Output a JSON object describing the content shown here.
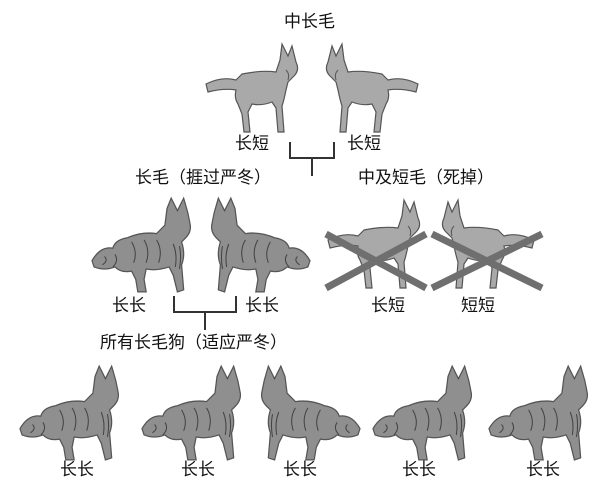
{
  "generation_1": {
    "title": "中长毛",
    "left_dog_label": "长短",
    "right_dog_label": "长短"
  },
  "generation_2": {
    "survivor_group_title": "长毛（捱过严冬）",
    "dead_group_title": "中及短毛（死掉）",
    "survivor_labels": [
      "长长",
      "长长"
    ],
    "dead_labels": [
      "长短",
      "短短"
    ]
  },
  "generation_3": {
    "title": "所有长毛狗（适应严冬）",
    "labels": [
      "长长",
      "长长",
      "长长",
      "长长",
      "长长"
    ]
  },
  "colors": {
    "short_hair_dog": "#a9a9a9",
    "long_hair_dog": "#8f8f8f",
    "outline": "#555555",
    "cross": "#6f6f6f",
    "connector": "#333333"
  }
}
